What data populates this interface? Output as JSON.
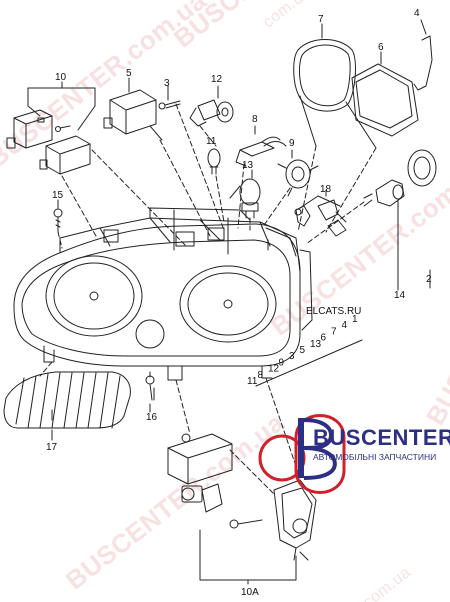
{
  "watermark": {
    "brand": "BUSCENTER",
    "site": "BUSCENTER.com.ua",
    "site_short": "com.ua",
    "color": "#e07a7a"
  },
  "overlay_text": "ELCATS.RU",
  "logo": {
    "name": "BUSCENTER",
    "tagline": "АВТОМОБІЛЬНІ ЗАПЧАСТИНИ",
    "color_primary": "#2c2f84",
    "color_accent": "#d0202a"
  },
  "callouts": {
    "c1": "1",
    "c2": "2",
    "c3": "3",
    "c4": "4",
    "c5": "5",
    "c6": "6",
    "c7": "7",
    "c8": "8",
    "c9": "9",
    "c10": "10",
    "c11": "11",
    "c12": "12",
    "c13": "13",
    "c14": "14",
    "c15": "15",
    "c16": "16",
    "c17": "17",
    "c18": "18",
    "c10a": "10A"
  },
  "chain_labels": [
    "11",
    "8",
    "12",
    "9",
    "3",
    "5",
    "13",
    "6",
    "7",
    "4",
    "1"
  ],
  "colors": {
    "line": "#222222",
    "accent_red": "#d0202a"
  }
}
